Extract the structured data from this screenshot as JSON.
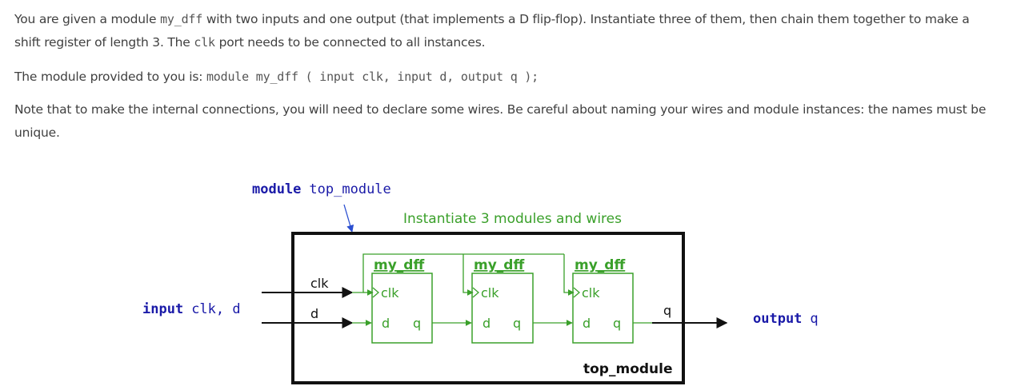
{
  "paragraph1": {
    "t1": "You are given a module ",
    "code1": "my_dff",
    "t2": " with two inputs and one output (that implements a D flip-flop). Instantiate three of them, then chain them together to make a shift register of length 3. The ",
    "code2": "clk",
    "t3": " port needs to be connected to all instances."
  },
  "paragraph2": {
    "t1": "The module provided to you is: ",
    "code": "module my_dff ( input clk, input d, output q );"
  },
  "paragraph3": {
    "text": "Note that to make the internal connections, you will need to declare some wires. Be careful about naming your wires and module instances: the names must be unique."
  },
  "diagram": {
    "module_keyword": "module",
    "module_name": "top_module",
    "annotation": "Instantiate 3 modules and wires",
    "inputs_keyword": "input",
    "inputs_names": "clk, d",
    "output_keyword": "output",
    "output_name": "q",
    "port_clk": "clk",
    "port_d": "d",
    "port_q": "q",
    "container_label": "top_module",
    "instances": [
      {
        "name": "my_dff",
        "clk": "clk",
        "d": "d",
        "q": "q"
      },
      {
        "name": "my_dff",
        "clk": "clk",
        "d": "d",
        "q": "q"
      },
      {
        "name": "my_dff",
        "clk": "clk",
        "d": "d",
        "q": "q"
      }
    ],
    "colors": {
      "keyword": "#1a1aa8",
      "instance": "#3aa02a",
      "border": "#111111",
      "annotation_arrow": "#2b4fd0"
    }
  }
}
